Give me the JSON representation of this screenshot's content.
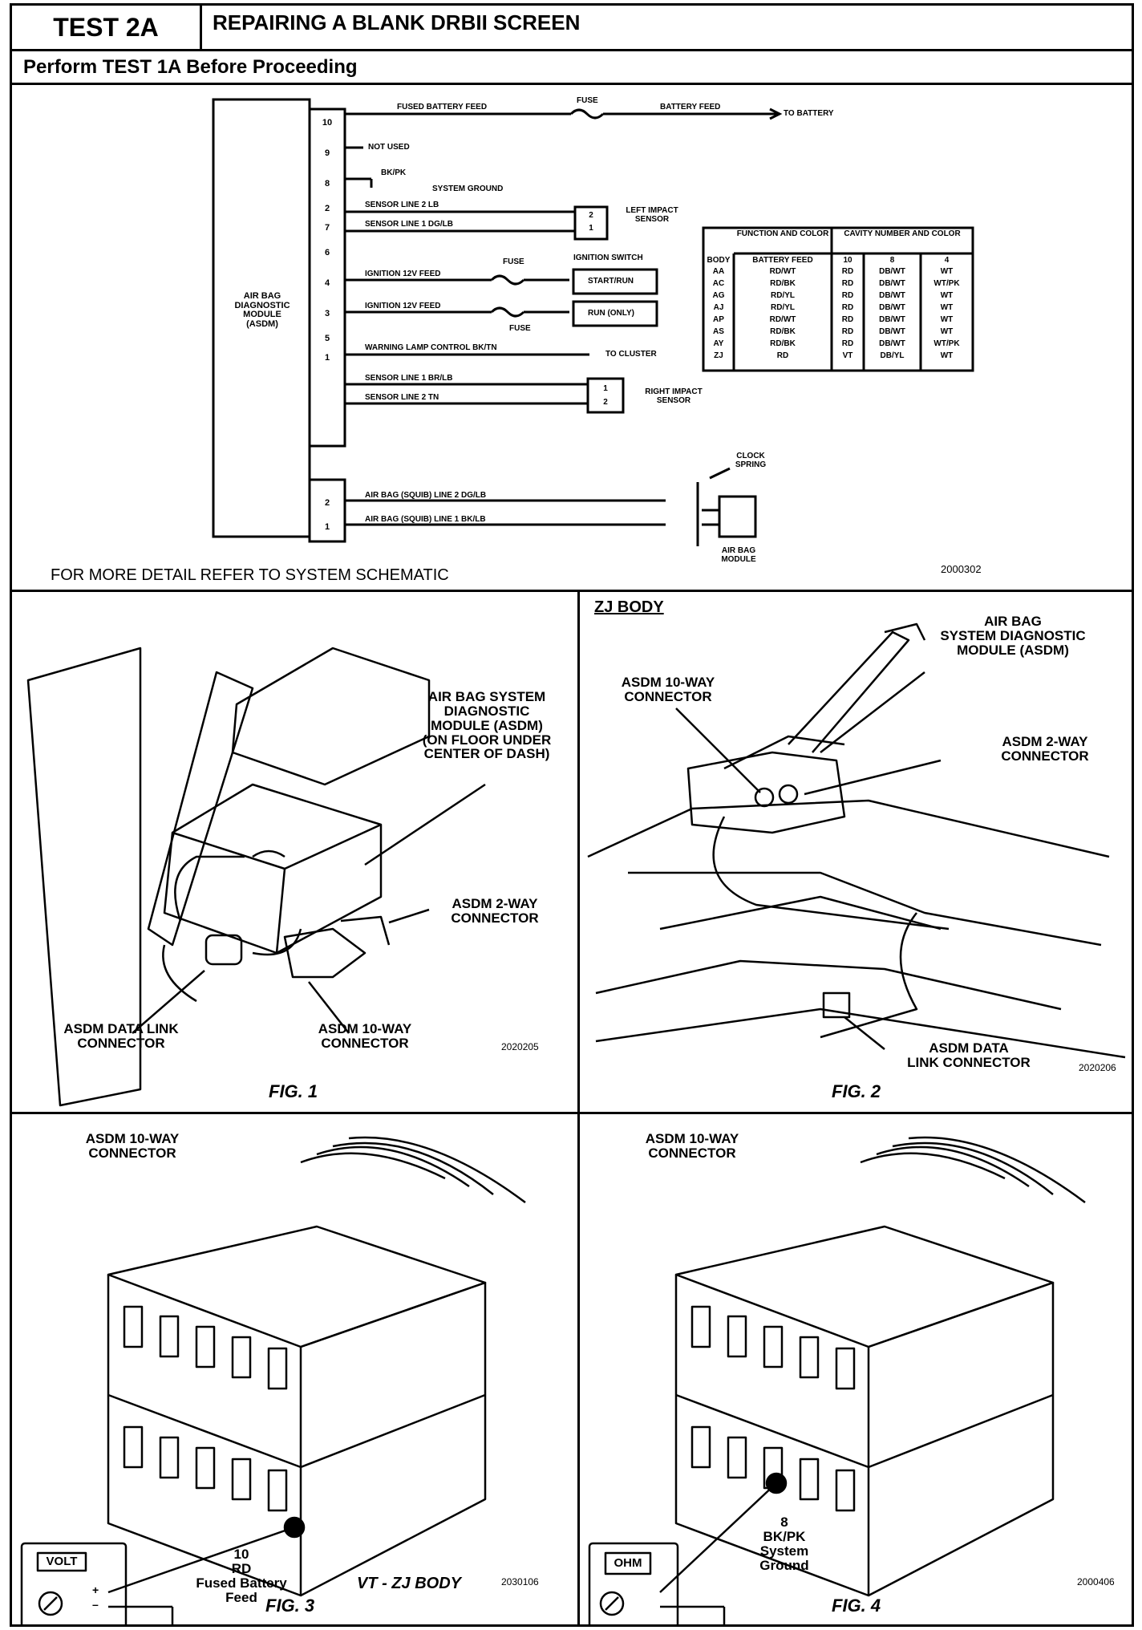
{
  "header": {
    "test_id": "TEST 2A",
    "title": "REPAIRING A BLANK DRBII SCREEN",
    "subtitle": "Perform TEST 1A Before Proceeding"
  },
  "schematic": {
    "module_label": [
      "AIR BAG",
      "DIAGNOSTIC",
      "MODULE",
      "(ASDM)"
    ],
    "pins": [
      "10",
      "9",
      "8",
      "2",
      "7",
      "6",
      "4",
      "3",
      "5",
      "1"
    ],
    "bottom_pins": [
      "2",
      "1"
    ],
    "wires": {
      "fused_battery_feed": "FUSED BATTERY FEED",
      "fuse": "FUSE",
      "battery_feed": "BATTERY FEED",
      "to_battery": "TO BATTERY",
      "not_used": "NOT USED",
      "bk_pk": "BK/PK",
      "system_ground": "SYSTEM GROUND",
      "sensor_line_2_lb": "SENSOR LINE 2   LB",
      "sensor_line_1_dg_lb": "SENSOR LINE 1   DG/LB",
      "left_impact_sensor": [
        "LEFT IMPACT",
        "SENSOR"
      ],
      "ignition_12v_feed_1": "IGNITION 12V FEED",
      "ignition_12v_feed_2": "IGNITION 12V FEED",
      "ignition_switch": "IGNITION SWITCH",
      "start_run": "START/RUN",
      "run_only": "RUN (ONLY)",
      "fuse_2": "FUSE",
      "fuse_3": "FUSE",
      "warning_lamp": "WARNING LAMP CONTROL   BK/TN",
      "to_cluster": "TO CLUSTER",
      "sensor_line_1_br_lb": "SENSOR LINE 1   BR/LB",
      "sensor_line_2_tn": "SENSOR LINE 2   TN",
      "right_impact_sensor": [
        "RIGHT IMPACT",
        "SENSOR"
      ],
      "squib_line_2": "AIR BAG (SQUIB) LINE 2   DG/LB",
      "squib_line_1": "AIR BAG (SQUIB) LINE 1   BK/LB",
      "clock_spring": [
        "CLOCK",
        "SPRING"
      ],
      "air_bag_module": [
        "AIR BAG",
        "MODULE"
      ]
    },
    "left_sensor_pins": [
      "2",
      "1"
    ],
    "right_sensor_pins": [
      "1",
      "2"
    ],
    "table": {
      "headers": [
        "FUNCTION AND COLOR",
        "CAVITY NUMBER AND COLOR"
      ],
      "subheaders": [
        "BODY",
        "BATTERY FEED",
        "10",
        "8",
        "4"
      ],
      "rows": [
        [
          "AA",
          "RD/WT",
          "RD",
          "DB/WT",
          "WT"
        ],
        [
          "AC",
          "RD/BK",
          "RD",
          "DB/WT",
          "WT/PK"
        ],
        [
          "AG",
          "RD/YL",
          "RD",
          "DB/WT",
          "WT"
        ],
        [
          "AJ",
          "RD/YL",
          "RD",
          "DB/WT",
          "WT"
        ],
        [
          "AP",
          "RD/WT",
          "RD",
          "DB/WT",
          "WT"
        ],
        [
          "AS",
          "RD/BK",
          "RD",
          "DB/WT",
          "WT"
        ],
        [
          "AY",
          "RD/BK",
          "RD",
          "DB/WT",
          "WT/PK"
        ],
        [
          "ZJ",
          "RD",
          "VT",
          "DB/YL",
          "WT"
        ]
      ]
    },
    "note": "FOR MORE DETAIL REFER TO SYSTEM SCHEMATIC",
    "code": "2000302"
  },
  "fig1": {
    "caption": "FIG. 1",
    "code": "2020205",
    "asdm_label": [
      "AIR BAG SYSTEM",
      "DIAGNOSTIC",
      "MODULE (ASDM)",
      "(ON FLOOR UNDER",
      "CENTER OF DASH)"
    ],
    "two_way": [
      "ASDM 2-WAY",
      "CONNECTOR"
    ],
    "data_link": [
      "ASDM DATA LINK",
      "CONNECTOR"
    ],
    "ten_way": [
      "ASDM 10-WAY",
      "CONNECTOR"
    ]
  },
  "fig2": {
    "caption": "FIG. 2",
    "code": "2020206",
    "body": "ZJ BODY",
    "asdm_label": [
      "AIR BAG",
      "SYSTEM DIAGNOSTIC",
      "MODULE (ASDM)"
    ],
    "ten_way": [
      "ASDM 10-WAY",
      "CONNECTOR"
    ],
    "two_way": [
      "ASDM 2-WAY",
      "CONNECTOR"
    ],
    "data_link": [
      "ASDM DATA",
      "LINK CONNECTOR"
    ]
  },
  "fig3": {
    "caption": "FIG. 3",
    "code": "2030106",
    "connector": [
      "ASDM 10-WAY",
      "CONNECTOR"
    ],
    "meter": "VOLT",
    "terminal_plus": "+",
    "terminal_minus": "–",
    "pin_label": [
      "10",
      "RD",
      "Fused Battery",
      "Feed"
    ],
    "body_note": "VT - ZJ BODY"
  },
  "fig4": {
    "caption": "FIG. 4",
    "code": "2000406",
    "connector": [
      "ASDM 10-WAY",
      "CONNECTOR"
    ],
    "meter": "OHM",
    "pin_label": [
      "8",
      "BK/PK",
      "System",
      "Ground"
    ]
  }
}
